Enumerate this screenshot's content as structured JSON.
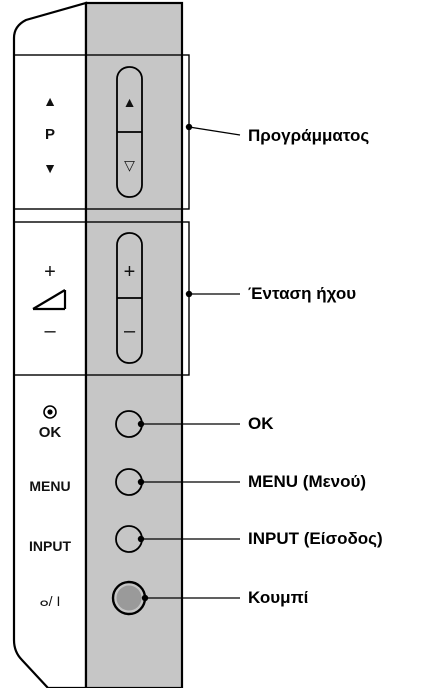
{
  "left_strip": {
    "channel_up": "▲",
    "channel_letter": "P",
    "channel_down": "▼",
    "volume_plus": "+",
    "volume_minus": "–",
    "ok_label": "OK",
    "menu_label": "MENU",
    "input_label": "INPUT",
    "power_label": "ⴰ/ I"
  },
  "rocker_symbols": {
    "up": "▲",
    "down": "▽",
    "plus": "+",
    "minus": "–"
  },
  "callouts": {
    "channel": "Προγράμματος",
    "volume": "Ένταση ήχου",
    "ok": "OK",
    "menu": "MENU (Μενού)",
    "input": "INPUT (Είσοδος)",
    "power": "Κουμπί"
  },
  "colors": {
    "panel_gray": "#c6c6c6",
    "outline": "#000000"
  }
}
